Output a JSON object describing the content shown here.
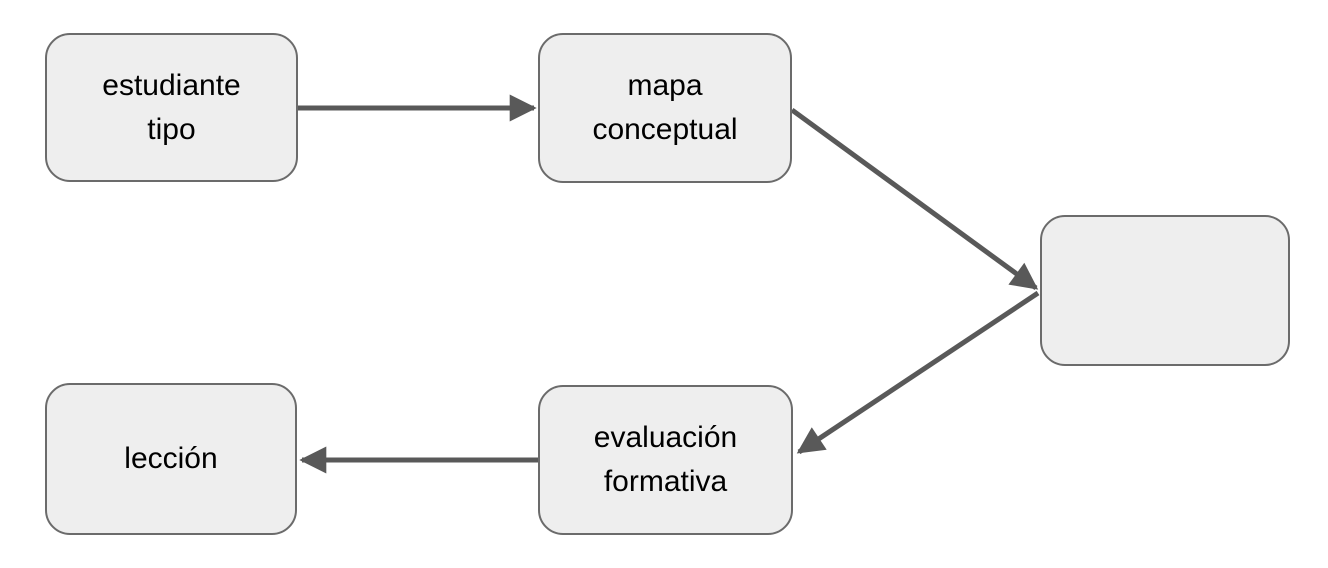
{
  "diagram": {
    "colors": {
      "background": "#ffffff",
      "node_fill": "#eeeeee",
      "node_border": "#6b6b6b",
      "arrow": "#595959",
      "text": "#000000"
    },
    "nodes": [
      {
        "id": "estudiante-tipo",
        "label": "estudiante\ntipo"
      },
      {
        "id": "mapa-conceptual",
        "label": "mapa\nconceptual"
      },
      {
        "id": "empty-node",
        "label": ""
      },
      {
        "id": "evaluacion-formativa",
        "label": "evaluación\nformativa"
      },
      {
        "id": "leccion",
        "label": "lección"
      }
    ],
    "edges": [
      {
        "from": "estudiante-tipo",
        "to": "mapa-conceptual"
      },
      {
        "from": "mapa-conceptual",
        "to": "empty-node"
      },
      {
        "from": "empty-node",
        "to": "evaluacion-formativa"
      },
      {
        "from": "evaluacion-formativa",
        "to": "leccion"
      }
    ]
  }
}
